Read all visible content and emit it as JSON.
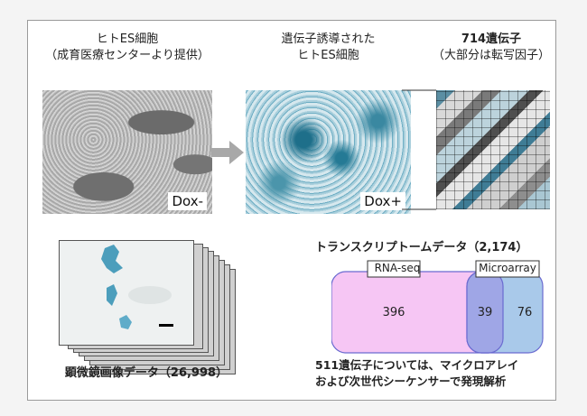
{
  "panels": {
    "hes": {
      "title": "ヒトES細胞",
      "subtitle": "（成育医療センターより提供）",
      "tag": "Dox-"
    },
    "induced": {
      "title": "遺伝子誘導された",
      "title2": "ヒトES細胞",
      "tag": "Dox+"
    },
    "genes": {
      "title": "714遺伝子",
      "subtitle": "（大部分は転写因子）"
    }
  },
  "images": {
    "caption": "顕微鏡画像データ（26,998）"
  },
  "transcriptome": {
    "title": "トランスクリプトームデータ（2,174）",
    "rna_label": "RNA-seq",
    "micro_label": "Microarray",
    "rna_only": "396",
    "both": "39",
    "micro_only": "76",
    "note_line1": "511遺伝子については、マイクロアレイ",
    "note_line2": "および次世代シーケンサーで発現解析"
  },
  "colors": {
    "rna": "#f6c6f4",
    "micro": "#a9c9ea",
    "overlap": "#9fa6e6",
    "arrow": "#a8a8a8"
  }
}
